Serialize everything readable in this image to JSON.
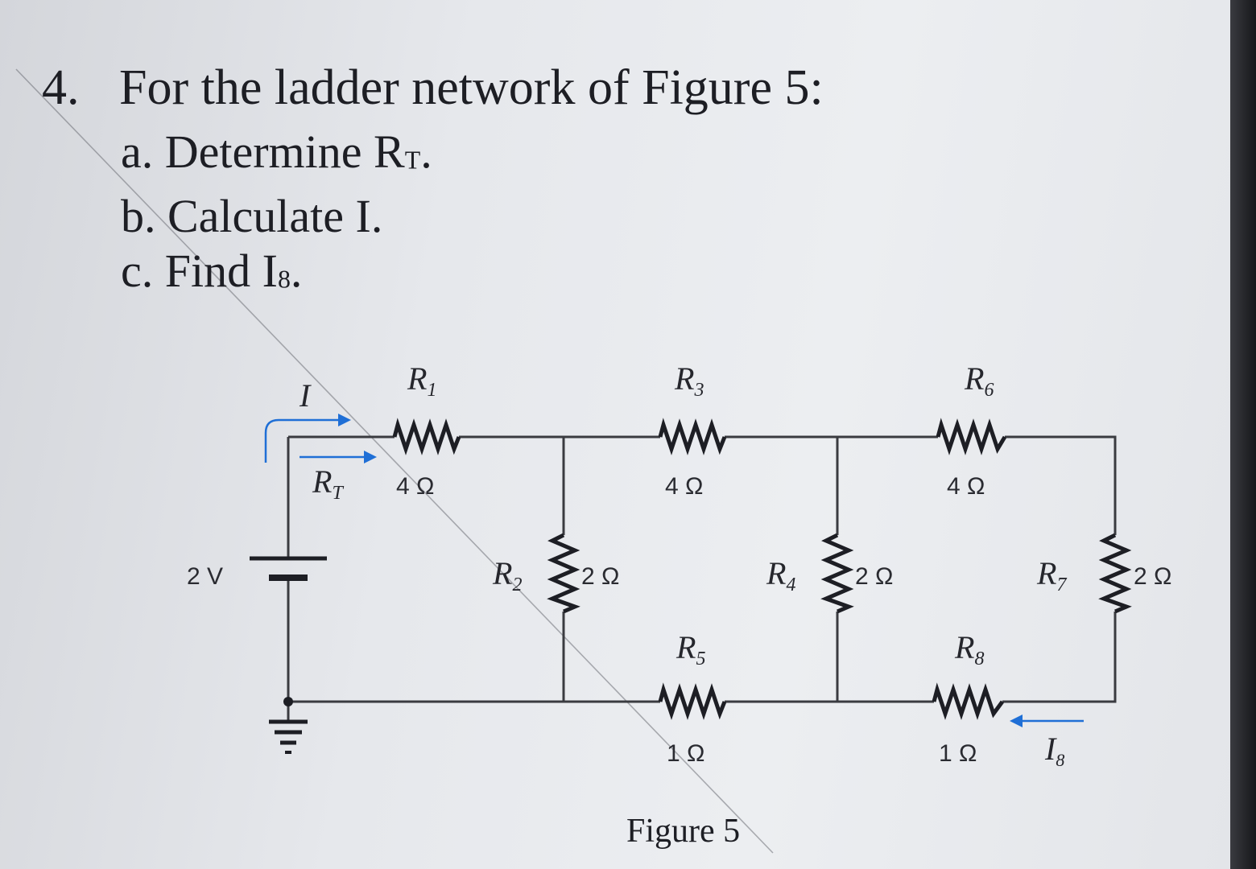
{
  "question": {
    "number": "4.",
    "prompt": "For the ladder network of Figure 5:",
    "parts": [
      {
        "prefix": "a. Determine R",
        "sub": "T",
        "suffix": "."
      },
      {
        "prefix": "b. Calculate I.",
        "sub": "",
        "suffix": ""
      },
      {
        "prefix": "c. Find I",
        "sub": "8",
        "suffix": "."
      }
    ]
  },
  "figure": {
    "caption": "Figure 5",
    "source": {
      "label": "2 V"
    },
    "current_labels": {
      "I": "I",
      "RT": "R",
      "RT_sub": "T",
      "I8": "I",
      "I8_sub": "8"
    },
    "resistors": [
      {
        "id": "R1",
        "label": "R",
        "sub": "1",
        "value": "4 Ω"
      },
      {
        "id": "R2",
        "label": "R",
        "sub": "2",
        "value": "2 Ω"
      },
      {
        "id": "R3",
        "label": "R",
        "sub": "3",
        "value": "4 Ω"
      },
      {
        "id": "R4",
        "label": "R",
        "sub": "4",
        "value": "2 Ω"
      },
      {
        "id": "R5",
        "label": "R",
        "sub": "5",
        "value": "1 Ω"
      },
      {
        "id": "R6",
        "label": "R",
        "sub": "6",
        "value": "4 Ω"
      },
      {
        "id": "R7",
        "label": "R",
        "sub": "7",
        "value": "2 Ω"
      },
      {
        "id": "R8",
        "label": "R",
        "sub": "8",
        "value": "1 Ω"
      }
    ],
    "colors": {
      "wire": "#3a3b40",
      "arrow": "#1f6fd6",
      "text": "#1d1e24"
    }
  }
}
